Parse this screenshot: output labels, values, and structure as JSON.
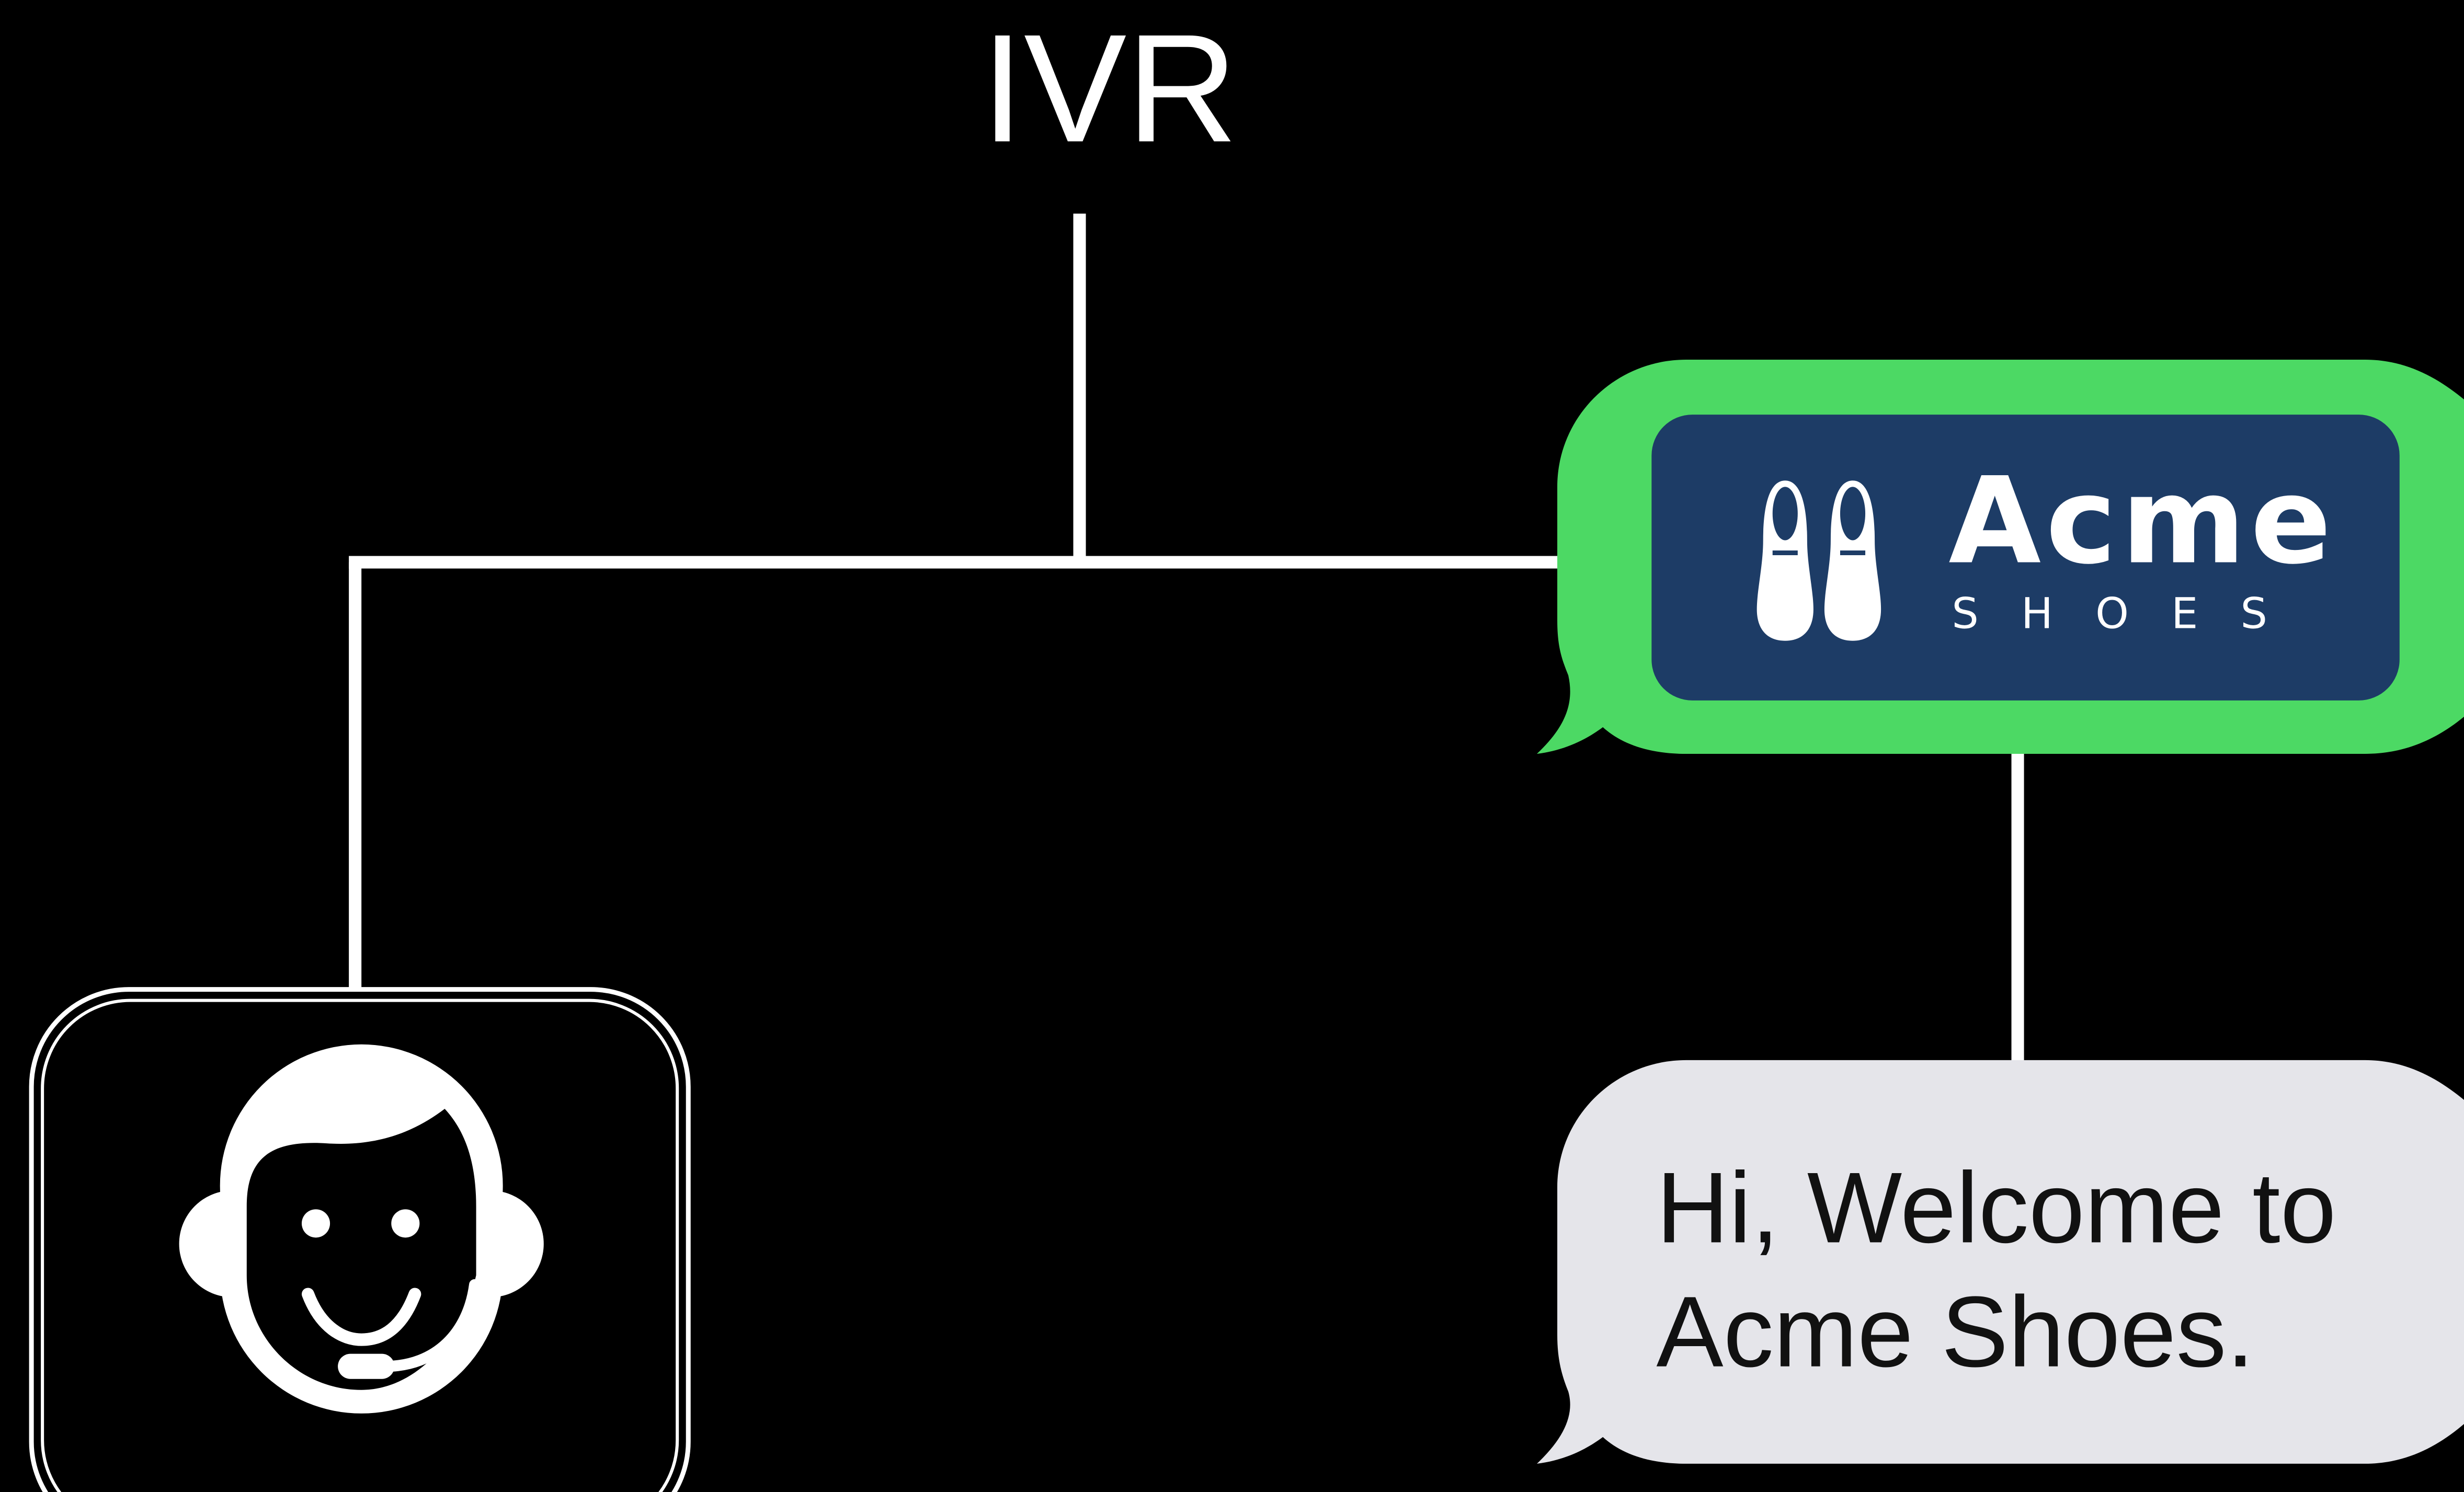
{
  "title": "IVR",
  "brand": {
    "name": "Acme",
    "tagline": "SHOES"
  },
  "message": {
    "line1": "Hi, Welcome to",
    "line2": "Acme Shoes."
  },
  "icons": {
    "agent": "agent-headset-icon",
    "brand": "shoes-icon"
  },
  "colors": {
    "background": "#000000",
    "connector": "#ffffff",
    "brand_bubble": "#4cd964",
    "brand_panel": "#1d3c66",
    "message_bubble": "#e5e5ea"
  }
}
